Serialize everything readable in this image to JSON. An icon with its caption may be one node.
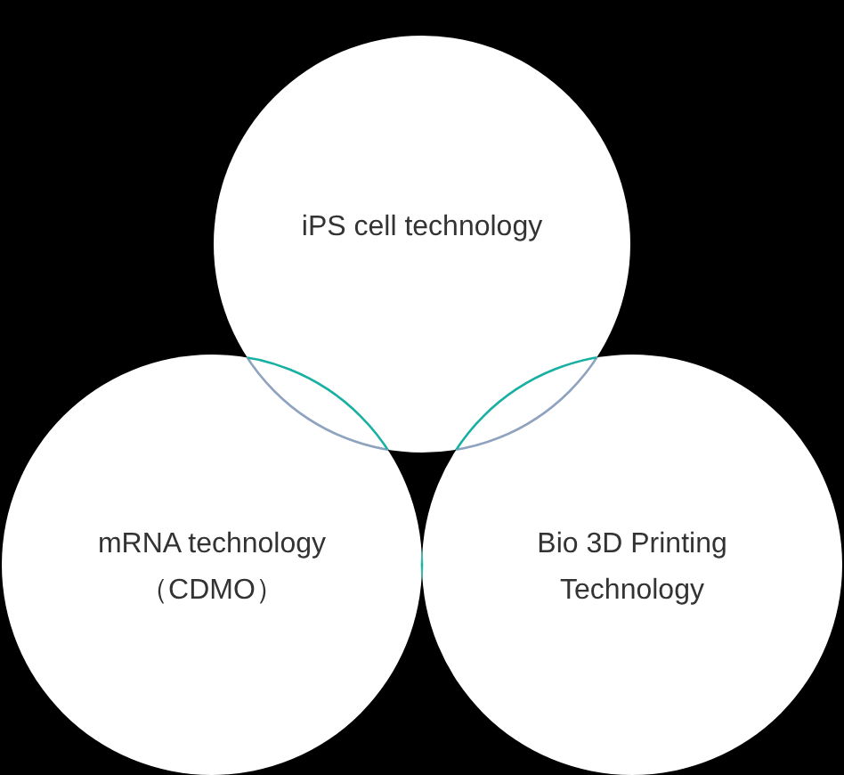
{
  "diagram": {
    "nodes": [
      {
        "text": [
          "iPS cell technology"
        ]
      },
      {
        "text": [
          "mRNA technology （CDMO）"
        ]
      },
      {
        "text": [
          "Bio 3D Printing Technology"
        ]
      }
    ]
  }
}
